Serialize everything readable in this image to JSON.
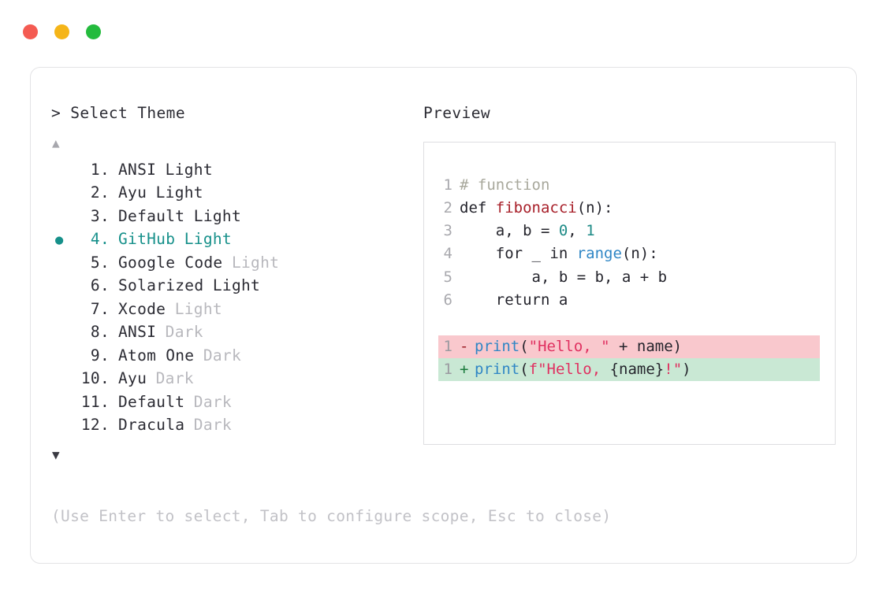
{
  "window": {
    "traffic_lights": [
      {
        "name": "close",
        "color": "#f45b52"
      },
      {
        "name": "minimize",
        "color": "#f5b518"
      },
      {
        "name": "maximize",
        "color": "#24bb3d"
      }
    ]
  },
  "theme_panel": {
    "header": "> Select Theme",
    "scroll_up": "▲",
    "scroll_down": "▼",
    "selected_index": 4,
    "selected_bullet": "●",
    "accent_color": "#16908a",
    "items": [
      {
        "index": "1.",
        "name": "ANSI",
        "suffix": "Light",
        "suffix_muted": false,
        "selected": false
      },
      {
        "index": "2.",
        "name": "Ayu",
        "suffix": "Light",
        "suffix_muted": false,
        "selected": false
      },
      {
        "index": "3.",
        "name": "Default",
        "suffix": "Light",
        "suffix_muted": false,
        "selected": false
      },
      {
        "index": "4.",
        "name": "GitHub",
        "suffix": "Light",
        "suffix_muted": false,
        "selected": true
      },
      {
        "index": "5.",
        "name": "Google Code",
        "suffix": "Light",
        "suffix_muted": true,
        "selected": false
      },
      {
        "index": "6.",
        "name": "Solarized",
        "suffix": "Light",
        "suffix_muted": false,
        "selected": false
      },
      {
        "index": "7.",
        "name": "Xcode",
        "suffix": "Light",
        "suffix_muted": true,
        "selected": false
      },
      {
        "index": "8.",
        "name": "ANSI",
        "suffix": "Dark",
        "suffix_muted": true,
        "selected": false
      },
      {
        "index": "9.",
        "name": "Atom One",
        "suffix": "Dark",
        "suffix_muted": true,
        "selected": false
      },
      {
        "index": "10.",
        "name": "Ayu",
        "suffix": "Dark",
        "suffix_muted": true,
        "selected": false
      },
      {
        "index": "11.",
        "name": "Default",
        "suffix": "Dark",
        "suffix_muted": true,
        "selected": false
      },
      {
        "index": "12.",
        "name": "Dracula",
        "suffix": "Dark",
        "suffix_muted": true,
        "selected": false
      }
    ],
    "hint": "(Use Enter to select, Tab to configure scope, Esc to close)"
  },
  "preview_panel": {
    "header": "Preview",
    "code_lines": [
      {
        "number": "1",
        "tokens": [
          {
            "text": "# function",
            "cls": "t-comment"
          }
        ]
      },
      {
        "number": "2",
        "tokens": [
          {
            "text": "def ",
            "cls": "t-plain"
          },
          {
            "text": "fibonacci",
            "cls": "t-func"
          },
          {
            "text": "(n):",
            "cls": "t-plain"
          }
        ]
      },
      {
        "number": "3",
        "tokens": [
          {
            "text": "    a, b = ",
            "cls": "t-plain"
          },
          {
            "text": "0",
            "cls": "t-num"
          },
          {
            "text": ", ",
            "cls": "t-plain"
          },
          {
            "text": "1",
            "cls": "t-num"
          }
        ]
      },
      {
        "number": "4",
        "tokens": [
          {
            "text": "    for _ in ",
            "cls": "t-plain"
          },
          {
            "text": "range",
            "cls": "t-builtin"
          },
          {
            "text": "(n):",
            "cls": "t-plain"
          }
        ]
      },
      {
        "number": "5",
        "tokens": [
          {
            "text": "        a, b = b, a + b",
            "cls": "t-plain"
          }
        ]
      },
      {
        "number": "6",
        "tokens": [
          {
            "text": "    return a",
            "cls": "t-plain"
          }
        ]
      }
    ],
    "diff_lines": [
      {
        "number": "1",
        "kind": "removed",
        "sign": "-",
        "tokens": [
          {
            "text": "print",
            "cls": "t-call"
          },
          {
            "text": "(",
            "cls": "t-plain"
          },
          {
            "text": "\"Hello, \"",
            "cls": "t-str"
          },
          {
            "text": " + name)",
            "cls": "t-plain"
          }
        ]
      },
      {
        "number": "1",
        "kind": "added",
        "sign": "+",
        "tokens": [
          {
            "text": "print",
            "cls": "t-call"
          },
          {
            "text": "(",
            "cls": "t-plain"
          },
          {
            "text": "f\"Hello, ",
            "cls": "t-str"
          },
          {
            "text": "{name}",
            "cls": "t-plain"
          },
          {
            "text": "!\"",
            "cls": "t-str"
          },
          {
            "text": ")",
            "cls": "t-plain"
          }
        ]
      }
    ]
  }
}
